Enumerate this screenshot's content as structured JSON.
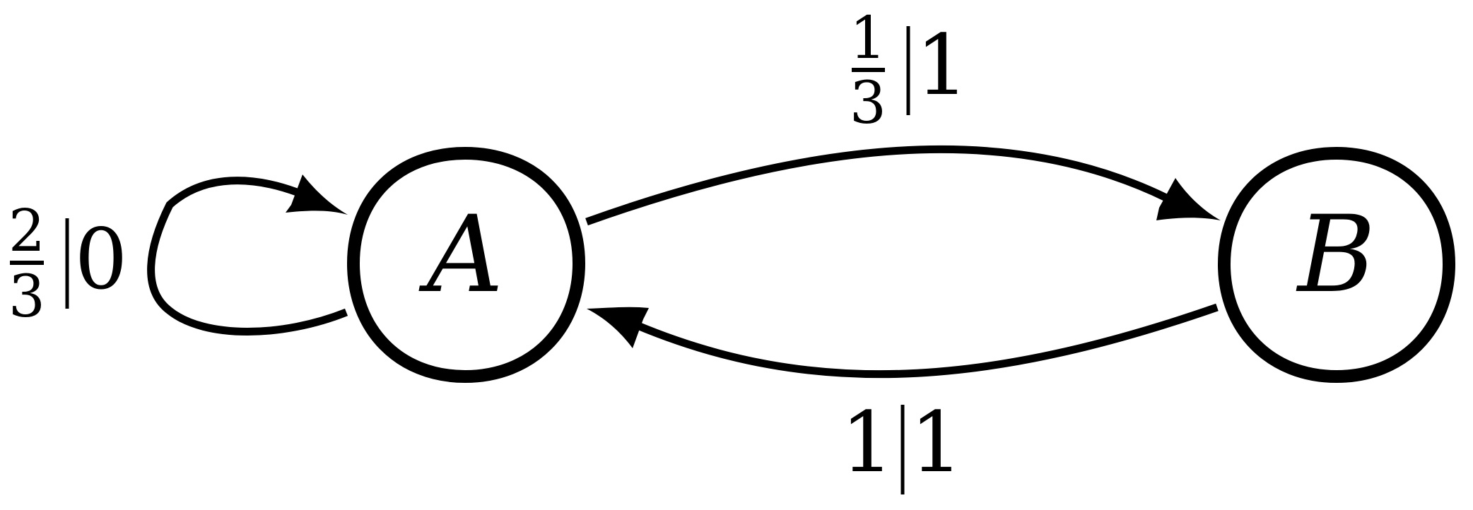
{
  "states": {
    "a": {
      "label": "A"
    },
    "b": {
      "label": "B"
    }
  },
  "transitions": {
    "a_self": {
      "numerator": "2",
      "denominator": "3",
      "output": "0"
    },
    "a_to_b": {
      "numerator": "1",
      "denominator": "3",
      "output": "1"
    },
    "b_to_a": {
      "probability": "1",
      "output": "1"
    }
  }
}
